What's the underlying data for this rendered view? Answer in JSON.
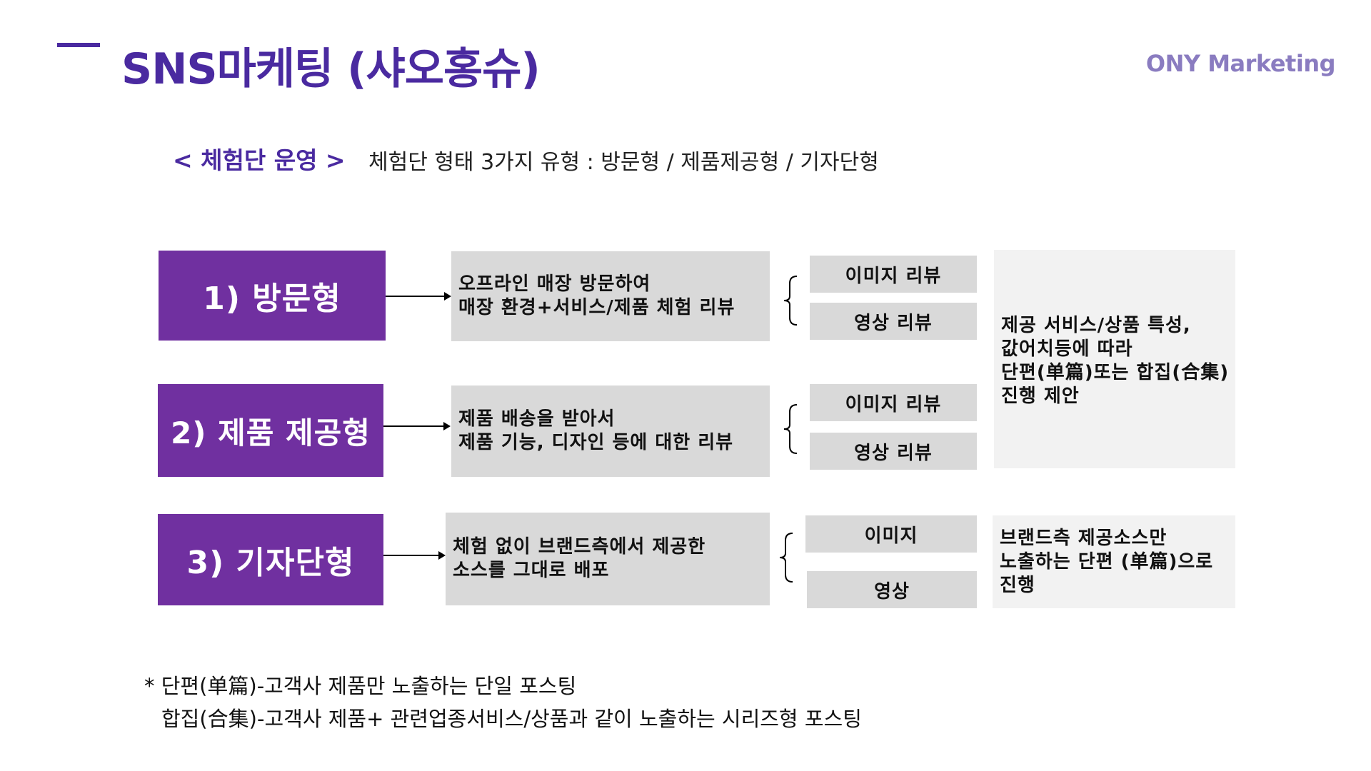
{
  "header": {
    "title": "SNS마케팅 (샤오홍슈)",
    "brand": "ONY Marketing"
  },
  "section": {
    "label": "< 체험단 운영 >",
    "description": "체험단 형태 3가지 유형 : 방문형 / 제품제공형 / 기자단형"
  },
  "types": [
    {
      "label": "1) 방문형",
      "desc_lines": [
        "오프라인 매장 방문하여",
        "매장 환경+서비스/제품 체험 리뷰"
      ],
      "reviews": [
        "이미지 리뷰",
        "영상 리뷰"
      ]
    },
    {
      "label": "2) 제품 제공형",
      "desc_lines": [
        "제품 배송을 받아서",
        "제품 기능, 디자인 등에 대한 리뷰"
      ],
      "reviews": [
        "이미지 리뷰",
        "영상 리뷰"
      ]
    },
    {
      "label": "3) 기자단형",
      "desc_lines": [
        "체험 없이 브랜드측에서 제공한",
        "소스를 그대로 배포"
      ],
      "reviews": [
        "이미지",
        "영상"
      ]
    }
  ],
  "notes": {
    "shared_lines": [
      "제공 서비스/상품 특성,",
      "값어치등에 따라",
      "단편(单篇)또는 합집(合集)",
      "진행 제안"
    ],
    "reporter_lines": [
      "브랜드측 제공소스만",
      "노출하는 단편 (单篇)으로",
      "진행"
    ]
  },
  "footnotes": [
    "* 단편(单篇)-고객사 제품만 노출하는 단일 포스팅",
    "합집(合集)-고객사 제품+ 관련업종서비스/상품과 같이 노출하는 시리즈형 포스팅"
  ],
  "colors": {
    "accent": "#4a2aa0",
    "type_box": "#7030a0",
    "desc_box": "#d9d9d9",
    "note_box": "#f2f2f2",
    "brand": "#8a7cc0"
  }
}
